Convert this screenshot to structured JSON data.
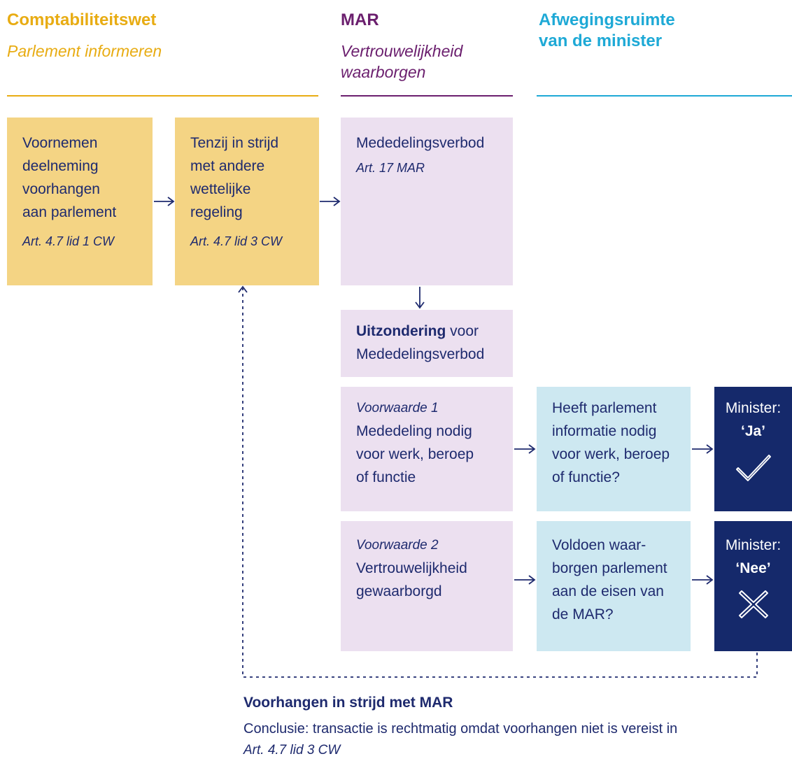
{
  "columns": [
    {
      "title": "Comptabiliteitswet",
      "subtitle": "Parlement informeren",
      "color": "#e8ac13"
    },
    {
      "title": "MAR",
      "subtitle_lines": [
        "Vertrouwelijkheid",
        "waarborgen"
      ],
      "color": "#6b1f6e"
    },
    {
      "title_lines": [
        "Afwegingsruimte",
        "van de minister"
      ],
      "color": "#1ea9d6"
    }
  ],
  "boxes": {
    "voornemen": {
      "lines": [
        "Voornemen",
        "deelneming",
        "voorhangen",
        "aan parlement"
      ],
      "article": "Art. 4.7 lid 1 CW"
    },
    "tenzij": {
      "lines": [
        "Tenzij in strijd",
        "met andere",
        "wettelijke",
        "regeling"
      ],
      "article": "Art. 4.7 lid 3 CW"
    },
    "mededelingsverbod": {
      "text": "Mededelingsverbod",
      "article": "Art. 17 MAR"
    },
    "uitzondering": {
      "bold": "Uitzondering",
      "rest": " voor",
      "line2": "Mededelingsverbod"
    },
    "voorwaarde1": {
      "label": "Voorwaarde 1",
      "lines": [
        "Mededeling nodig",
        "voor werk, beroep",
        "of functie"
      ]
    },
    "voorwaarde2": {
      "label": "Voorwaarde 2",
      "lines": [
        "Vertrouwelijkheid",
        "gewaarborgd"
      ]
    },
    "vraag1": {
      "lines": [
        "Heeft parlement",
        "informatie nodig",
        "voor werk, beroep",
        "of functie?"
      ]
    },
    "vraag2": {
      "lines": [
        "Voldoen waar-",
        "borgen parlement",
        "aan de eisen van",
        "de MAR?"
      ]
    },
    "minister_ja": {
      "label": "Minister:",
      "answer": "‘Ja’",
      "icon": "check-icon"
    },
    "minister_nee": {
      "label": "Minister:",
      "answer": "‘Nee’",
      "icon": "cross-icon"
    }
  },
  "footer": {
    "title": "Voorhangen in strijd met MAR",
    "text": "Conclusie: transactie is rechtmatig omdat voorhangen niet is vereist in",
    "article": "Art. 4.7 lid 3 CW"
  },
  "colors": {
    "yellow": "#f4d484",
    "purple": "#ece0f0",
    "blue": "#cde8f1",
    "navy": "#15296b",
    "ink": "#1e2a6e"
  }
}
